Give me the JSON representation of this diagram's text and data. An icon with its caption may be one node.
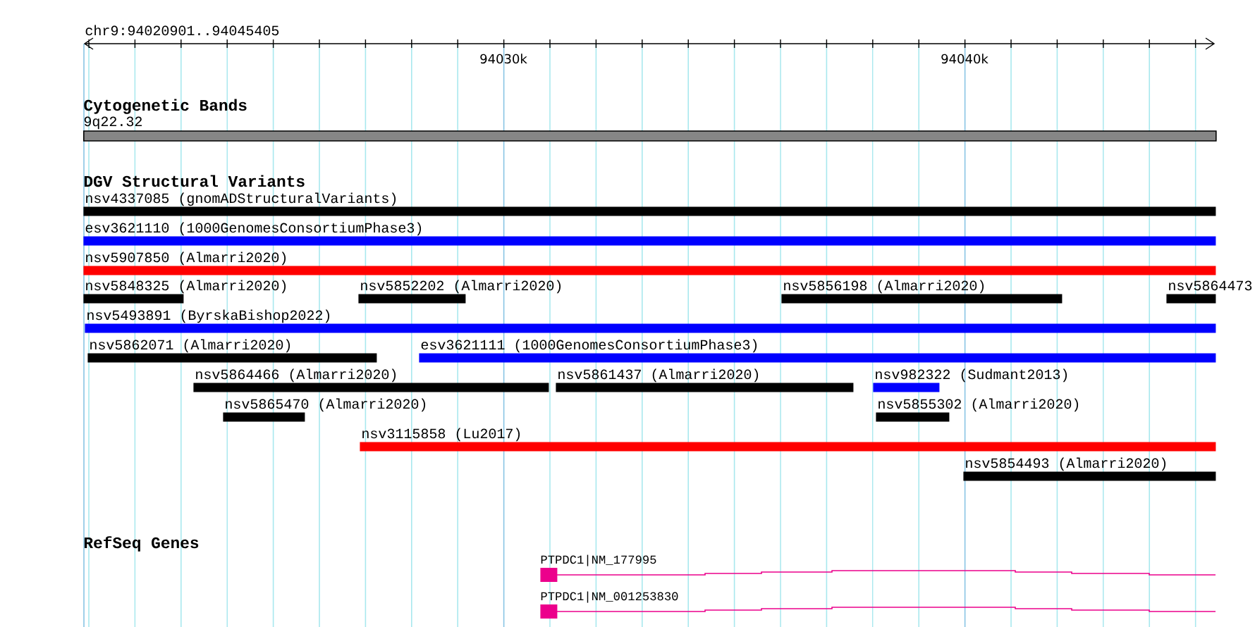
{
  "diagram": {
    "nodes": [
      {
        "text": [
          "9q22.32"
        ]
      },
      {
        "text": [
          "nsv4337085 (gnomADStructuralVariants)"
        ]
      },
      {
        "text": [
          "esv3621110 (1000GenomesConsortiumPhase3)"
        ]
      },
      {
        "text": [
          "nsv5907850 (Almarri2020)"
        ]
      },
      {
        "text": [
          "nsv5848325 (Almarri2020)"
        ]
      },
      {
        "text": [
          "nsv5852202 (Almarri2020)"
        ]
      },
      {
        "text": [
          "nsv5856198 (Almarri2020)"
        ]
      },
      {
        "text": [
          "nsv5864473"
        ]
      },
      {
        "text": [
          "nsv5493891 (ByrskaBishop2022)"
        ]
      },
      {
        "text": [
          "nsv5862071 (Almarri2020)"
        ]
      },
      {
        "text": [
          "esv3621111 (1000GenomesConsortiumPhase3)"
        ]
      },
      {
        "text": [
          "nsv5864466 (Almarri2020)"
        ]
      },
      {
        "text": [
          "nsv5861437 (Almarri2020)"
        ]
      },
      {
        "text": [
          "nsv982322 (Sudmant2013)"
        ]
      },
      {
        "text": [
          "nsv5865470 (Almarri2020)"
        ]
      },
      {
        "text": [
          "nsv5855302 (Almarri2020)"
        ]
      },
      {
        "text": [
          "nsv3115858 (Lu2017)"
        ]
      },
      {
        "text": [
          "nsv5854493 (Almarri2020)"
        ]
      },
      {
        "text": [
          "PTPDC1|NM_177995"
        ]
      },
      {
        "text": [
          "PTPDC1|NM_001253830"
        ]
      }
    ],
    "labels": [
      "chr9:94020901..94045405",
      "94030k",
      "94040k",
      "Cytogenetic Bands",
      "DGV Structural Variants",
      "RefSeq Genes"
    ]
  }
}
